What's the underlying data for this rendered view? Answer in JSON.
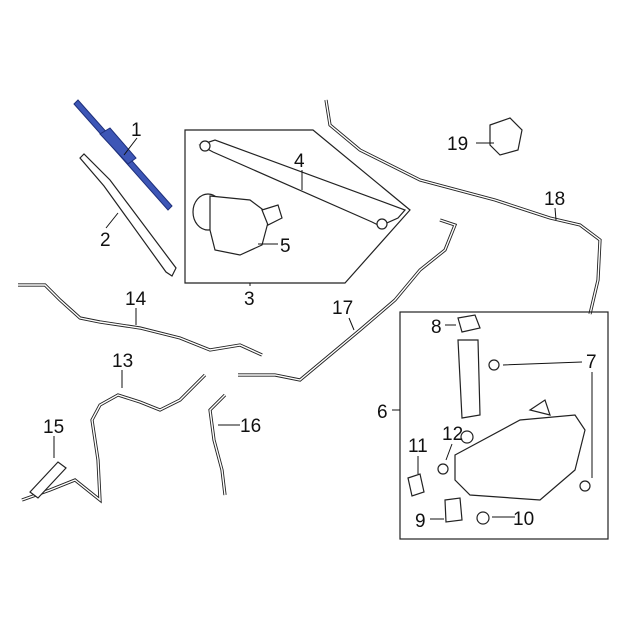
{
  "colors": {
    "highlight": "#3d56b6",
    "line": "#222222"
  },
  "callouts": [
    {
      "num": "1",
      "part": "wiper-blade"
    },
    {
      "num": "2",
      "part": "wiper-arm"
    },
    {
      "num": "3",
      "part": "wiper-linkage-assembly"
    },
    {
      "num": "4",
      "part": "linkage"
    },
    {
      "num": "5",
      "part": "wiper-motor"
    },
    {
      "num": "6",
      "part": "washer-reservoir-assembly"
    },
    {
      "num": "7",
      "part": "bolt"
    },
    {
      "num": "8",
      "part": "cap"
    },
    {
      "num": "9",
      "part": "washer-pump"
    },
    {
      "num": "10",
      "part": "bolt"
    },
    {
      "num": "11",
      "part": "level-sensor"
    },
    {
      "num": "12",
      "part": "grommet"
    },
    {
      "num": "13",
      "part": "hose"
    },
    {
      "num": "14",
      "part": "hose"
    },
    {
      "num": "15",
      "part": "nozzle"
    },
    {
      "num": "16",
      "part": "hose"
    },
    {
      "num": "17",
      "part": "hose"
    },
    {
      "num": "18",
      "part": "hose"
    },
    {
      "num": "19",
      "part": "connector"
    }
  ]
}
